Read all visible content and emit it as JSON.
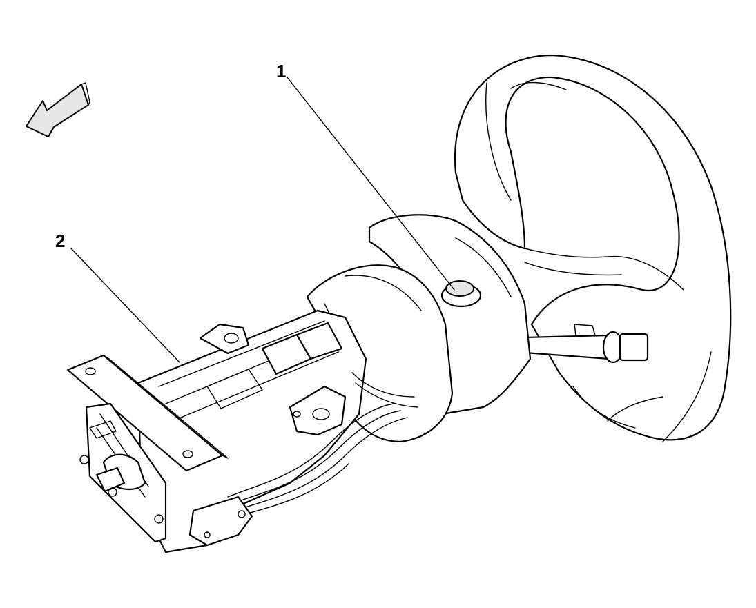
{
  "callouts": [
    {
      "number": "1",
      "target": "tilt-lever-button"
    },
    {
      "number": "2",
      "target": "steering-column-housing"
    }
  ],
  "arrow": {
    "icon": "direction-arrow-icon",
    "meaning": "front-of-vehicle"
  },
  "colors": {
    "line": "#000000",
    "background": "#ffffff",
    "arrow_fill": "#eeeeee"
  }
}
